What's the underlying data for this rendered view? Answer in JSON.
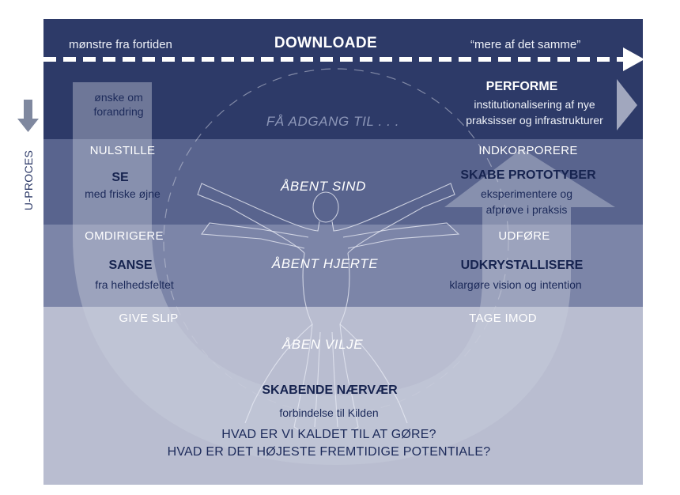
{
  "header": {
    "left": "mønstre fra fortiden",
    "center": "DOWNLOADE",
    "right": "“mere af det samme”"
  },
  "side": {
    "label": "U-PROCES"
  },
  "left_column": {
    "wish": [
      "ønske om",
      "forandring"
    ],
    "nulstille": "NULSTILLE",
    "se": "SE",
    "se_sub": "med friske øjne",
    "omdirigere": "OMDIRIGERE",
    "sanse": "SANSE",
    "sanse_sub": "fra helhedsfeltet",
    "give_slip": "GIVE SLIP"
  },
  "right_column": {
    "performe": "PERFORME",
    "performe_sub": [
      "institutionalisering af nye",
      "praksisser og infrastrukturer"
    ],
    "indkorporere": "INDKORPORERE",
    "skabe": "SKABE PROTOTYBER",
    "skabe_sub": [
      "eksperimentere og",
      "afprøve i praksis"
    ],
    "udfore": "UDFØRE",
    "udkrystallisere": "UDKRYSTALLISERE",
    "udkrystallisere_sub": "klargøre vision og intention",
    "tage_imod": "TAGE IMOD"
  },
  "center": {
    "adgang": "FÅ ADGANG TIL . . .",
    "sind": "ÅBENT SIND",
    "hjerte": "ÅBENT HJERTE",
    "vilje": "ÅBEN VILJE"
  },
  "bottom": {
    "title": "SKABENDE NÆRVÆR",
    "sub": "forbindelse til Kilden",
    "q1": "HVAD ER VI KALDET TIL AT GØRE?",
    "q2": "HVAD ER DET HØJESTE FREMTIDIGE POTENTIALE?"
  },
  "colors": {
    "band_top": "#2d3a68",
    "band_2": "#59648e",
    "band_3": "#7c85a8",
    "band_4": "#b9bdd0",
    "arrow_fill": "#c8ccdb",
    "text_navy": "#1c2a5a"
  },
  "icons": [
    "dashed-arrow-icon",
    "down-arrow-icon",
    "u-arrow-icon",
    "right-chevron-icon",
    "vitruvian-figure-icon"
  ]
}
